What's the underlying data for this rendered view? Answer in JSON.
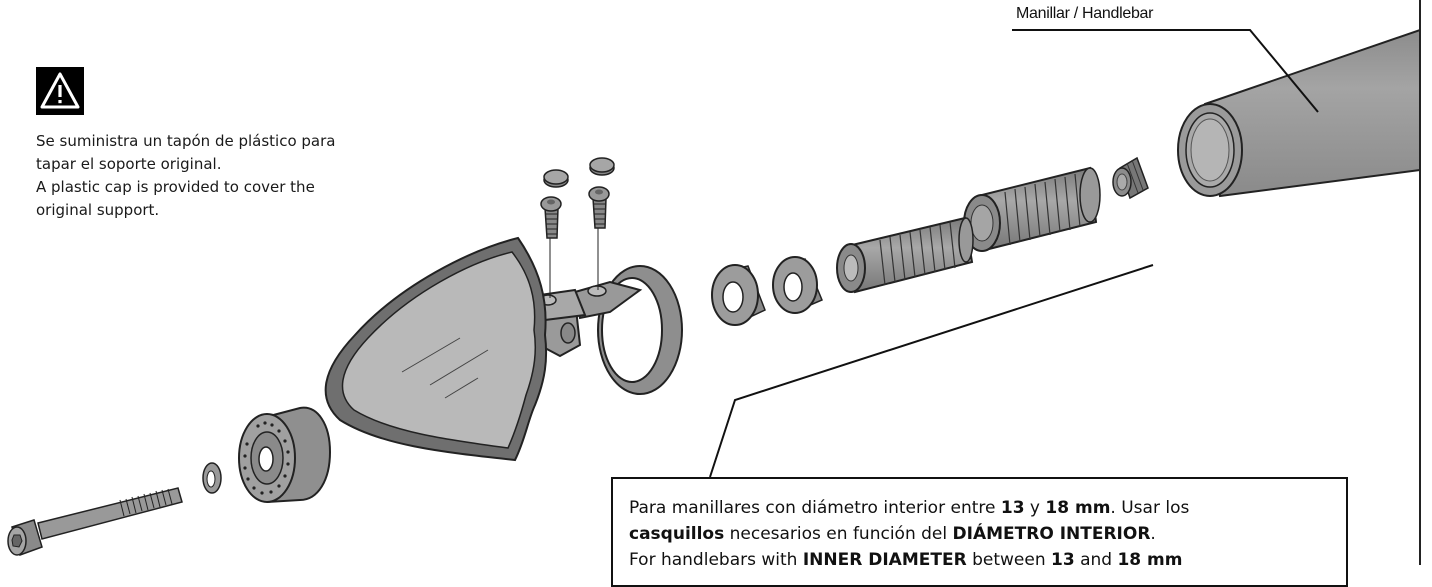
{
  "warning": {
    "icon": "warning-triangle-icon",
    "lines": [
      "Se suministra un tapón de plástico para",
      "tapar el soporte original.",
      "A plastic cap is provided to cover the",
      "original support."
    ]
  },
  "handlebar_label": "Manillar / Handlebar",
  "note": {
    "line1": [
      "Para manillares con diámetro interior entre ",
      "13",
      " y ",
      "18 mm",
      ". Usar los"
    ],
    "line2": [
      "casquillos",
      " necesarios en función del ",
      "DIÁMETRO INTERIOR",
      "."
    ],
    "line3": [
      "For handlebars with ",
      "INNER DIAMETER",
      " between ",
      "13",
      " and ",
      "18 mm"
    ]
  },
  "colors": {
    "part_fill": "#9a9a9a",
    "part_dark": "#6e6e6e",
    "part_light": "#c4c4c4",
    "outline": "#222222"
  }
}
